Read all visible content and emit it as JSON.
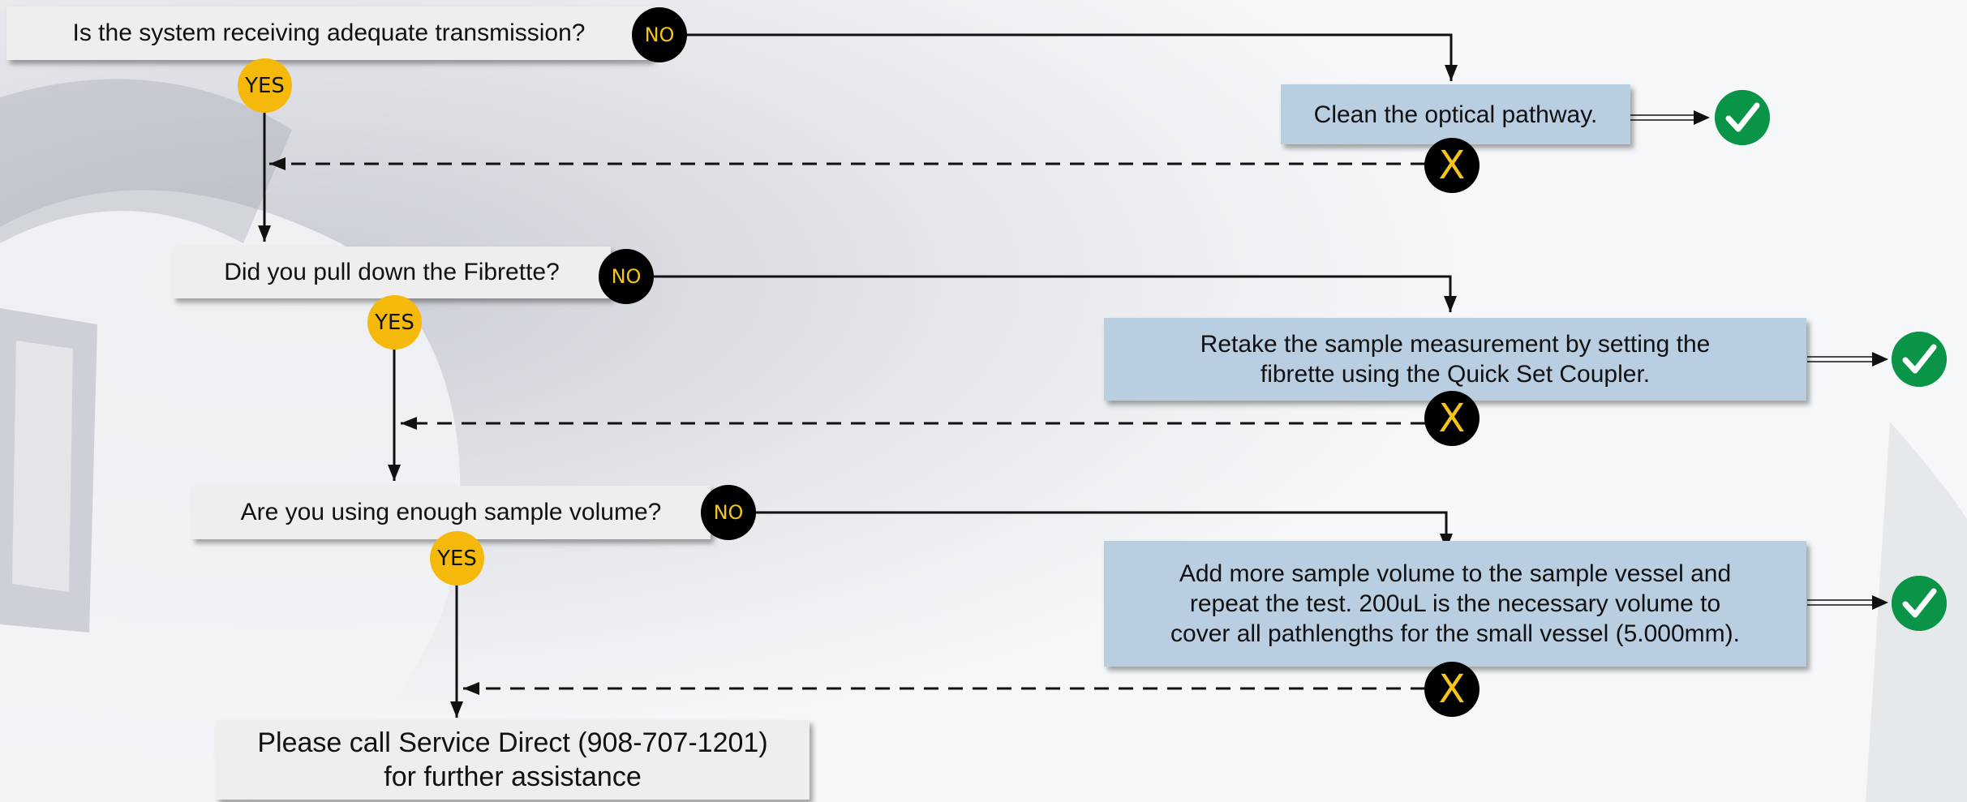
{
  "colors": {
    "question_box": "#eeeeee",
    "action_box": "#b9cfe1",
    "no_badge": "#000000",
    "no_text": "#f5c518",
    "yes_badge": "#f5b90c",
    "fail_badge": "#000000",
    "success_check": "#0a9448"
  },
  "questions": [
    "Is the system receiving adequate transmission?",
    "Did you pull down the Fibrette?",
    "Are you using enough sample volume?"
  ],
  "actions": [
    [
      "Clean the optical pathway."
    ],
    [
      "Retake the sample measurement by setting the",
      "fibrette using the Quick Set Coupler."
    ],
    [
      "Add more sample volume to the sample vessel and",
      "repeat the test. 200uL is the necessary volume to",
      "cover all pathlengths for the small vessel (5.000mm)."
    ]
  ],
  "labels": {
    "no": "NO",
    "yes": "YES",
    "fail": "X"
  },
  "final": [
    "Please call Service Direct (908-707-1201)",
    "for further assistance"
  ],
  "icons": {
    "success": "checkmark-icon",
    "fail": "x-icon"
  }
}
